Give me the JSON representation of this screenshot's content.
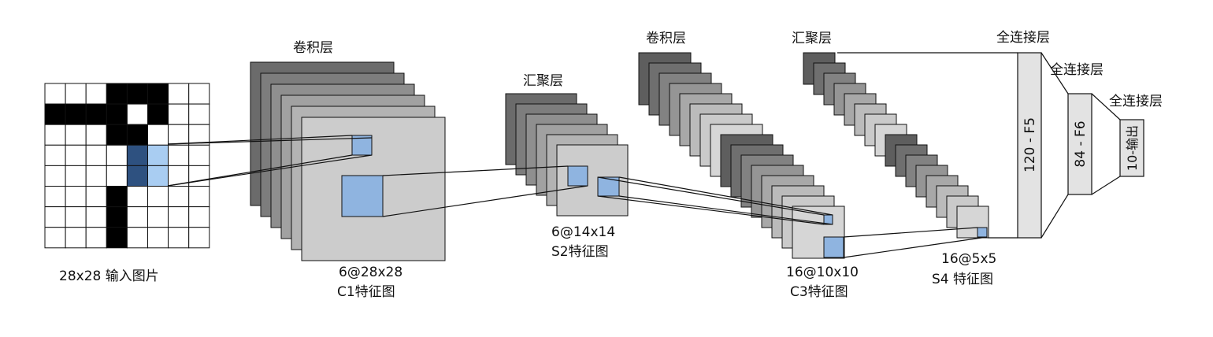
{
  "input": {
    "caption": "28x28 输入图片",
    "grid_rows": 8,
    "grid_cols": 8,
    "dark_cells": [
      [
        0,
        3
      ],
      [
        0,
        4
      ],
      [
        0,
        5
      ],
      [
        1,
        0
      ],
      [
        1,
        1
      ],
      [
        1,
        2
      ],
      [
        1,
        3
      ],
      [
        1,
        5
      ],
      [
        2,
        3
      ],
      [
        2,
        4
      ],
      [
        3,
        4
      ],
      [
        4,
        4
      ],
      [
        5,
        3
      ],
      [
        6,
        3
      ],
      [
        7,
        3
      ]
    ],
    "highlight_cells": [
      [
        3,
        4
      ],
      [
        4,
        4
      ],
      [
        3,
        5
      ],
      [
        4,
        5
      ]
    ]
  },
  "layers": {
    "c1": {
      "title": "卷积层",
      "size": "6@28x28",
      "name": "C1特征图"
    },
    "s2": {
      "title": "汇聚层",
      "size": "6@14x14",
      "name": "S2特征图"
    },
    "c3": {
      "title": "卷积层",
      "size": "16@10x10",
      "name": "C3特征图"
    },
    "s4": {
      "title": "汇聚层",
      "size": "16@5x5",
      "name": "S4 特征图"
    },
    "f5": {
      "title": "全连接层",
      "label": "120 - F5"
    },
    "f6": {
      "title": "全连接层",
      "label": "84 - F6"
    },
    "out": {
      "title": "全连接层",
      "label": "10-输出"
    }
  },
  "colors": {
    "dark_cell": "#000000",
    "highlight_dark": "#2e5180",
    "highlight_light": "#a9cdf2",
    "patch": "#8fb4e0",
    "fc_fill": "#e3e3e3",
    "map_front": "#cccccc"
  }
}
